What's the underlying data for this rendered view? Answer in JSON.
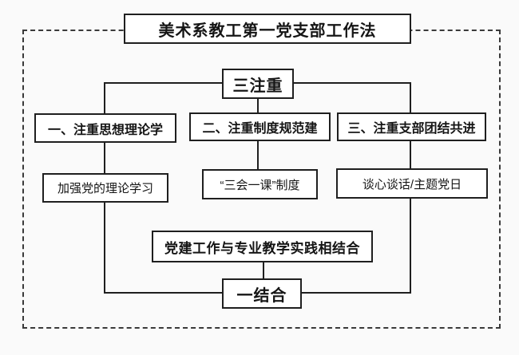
{
  "diagram": {
    "title": "美术系教工第一党支部工作法",
    "top_node": "三注重",
    "columns": [
      {
        "heading": "一、注重思想理论学",
        "detail": "加强党的理论学习"
      },
      {
        "heading": "二、注重制度规范建",
        "detail": "“三会一课”制度"
      },
      {
        "heading": "三、注重支部团结共进",
        "detail": "谈心谈话/主题党日"
      }
    ],
    "integration_node": "党建工作与专业教学实践相结合",
    "bottom_node": "一结合"
  },
  "colors": {
    "line": "#1f1f1f",
    "box_border": "#1f1f1f",
    "box_background": "#ffffff",
    "page_background": "#fafafa"
  }
}
